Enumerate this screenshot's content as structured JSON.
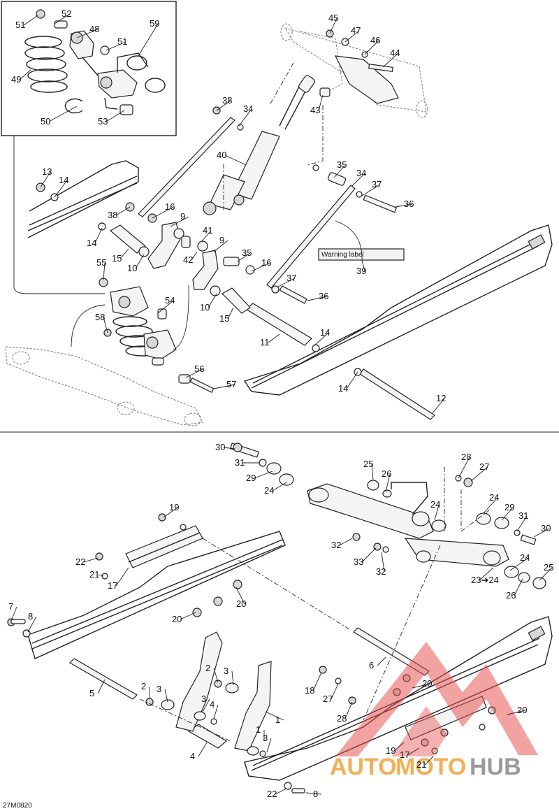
{
  "reference_code": "27M0820",
  "watermark": {
    "part1": "AUTO",
    "part2": "MOTO",
    "part3": "HUB"
  },
  "colors": {
    "line": "#222222",
    "watermark_red": "#e84a4a",
    "watermark_orange": "#f0a23a",
    "watermark_grey": "#8a8a8a"
  },
  "sticker_text": "Warning label",
  "callouts": [
    "51",
    "52",
    "48",
    "59",
    "51",
    "49",
    "50",
    "53",
    "45",
    "47",
    "46",
    "44",
    "43",
    "38",
    "34",
    "40",
    "35",
    "34",
    "37",
    "36",
    "13",
    "14",
    "38",
    "16",
    "9",
    "41",
    "42",
    "9",
    "14",
    "15",
    "10",
    "35",
    "16",
    "37",
    "36",
    "39",
    "55",
    "54",
    "58",
    "10",
    "15",
    "11",
    "14",
    "14",
    "12",
    "56",
    "57",
    "30",
    "31",
    "29",
    "24",
    "25",
    "26",
    "28",
    "27",
    "24",
    "24",
    "29",
    "31",
    "30",
    "32",
    "33",
    "32",
    "24",
    "25",
    "23➔24",
    "26",
    "19",
    "22",
    "21",
    "17",
    "20",
    "20",
    "7",
    "8",
    "5",
    "2",
    "3",
    "1",
    "2",
    "3",
    "3",
    "4",
    "1",
    "3",
    "4",
    "6",
    "18",
    "27",
    "28",
    "20",
    "20",
    "19",
    "17",
    "21",
    "22",
    "8",
    "7"
  ]
}
